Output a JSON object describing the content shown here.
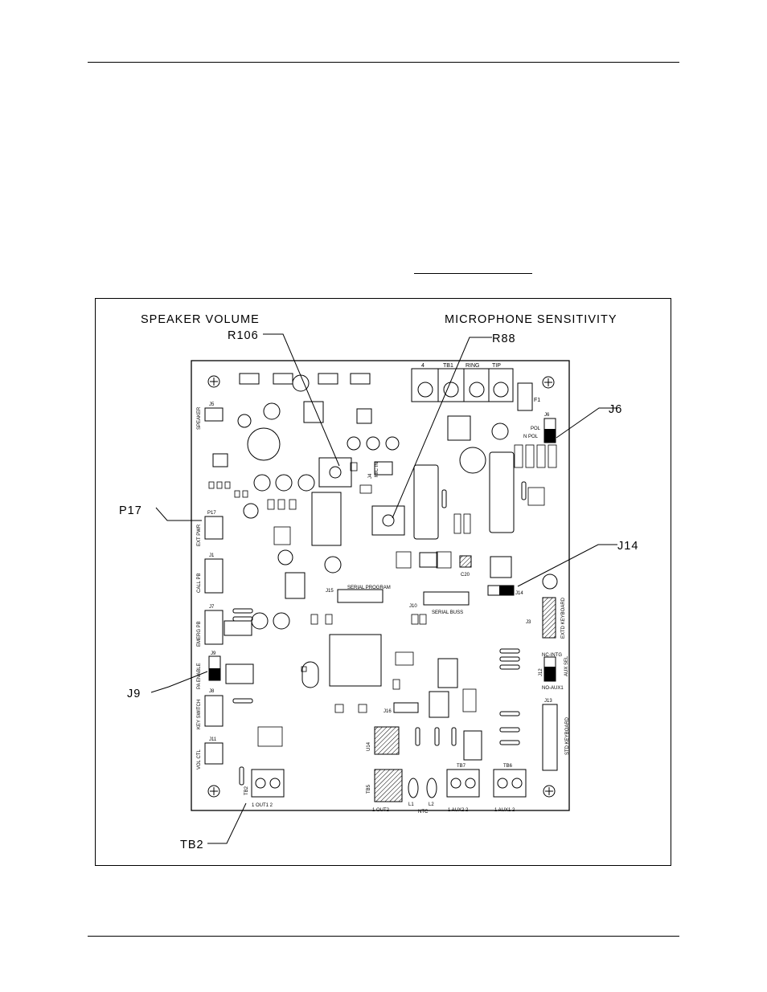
{
  "diagram": {
    "headings": {
      "speaker_volume": "SPEAKER VOLUME",
      "microphone_sensitivity": "MICROPHONE SENSITIVITY"
    },
    "callouts": {
      "r106": "R106",
      "r88": "R88",
      "j6": "J6",
      "p17": "P17",
      "j14": "J14",
      "j9": "J9",
      "tb2": "TB2"
    },
    "board_labels": {
      "speaker": "SPEAKER",
      "j5": "J5",
      "tb1": "TB1",
      "tb1_4": "4",
      "ring": "RING",
      "tip": "TIP",
      "f1": "F1",
      "j6_small": "J6",
      "pol": "POL",
      "npol": "N POL",
      "j4": "J4",
      "mic_in": "MIC IN",
      "ext_pwr": "EXT PWR",
      "p17_small": "P17",
      "j1": "J1",
      "call_pb": "CALL PB",
      "j7": "J7",
      "emerg_pb": "EMERG PB",
      "j9_small": "J9",
      "pa_enable": "PA ENABLE",
      "j8": "J8",
      "key_switch": "KEY SWITCH",
      "j11": "J11",
      "vol_ctl": "VOL CTL",
      "tb2_small": "TB2",
      "out1": "1  OUT1  2",
      "j15": "J15",
      "serial_program": "SERIAL PROGRAM",
      "j10": "J10",
      "serial_bus": "SERIAL BUSS",
      "c20": "C20",
      "j14_small": "J14",
      "j3": "J3",
      "extd_keyboard": "EXTD KEYBOARD",
      "nc_intg": "NC-INTG",
      "aux_sel": "AUX SEL",
      "no_aux1": "NO-AUX1",
      "j12": "J12",
      "j13": "J13",
      "std_keyboard": "STD KEYBOARD",
      "j16": "J16",
      "u14": "U14",
      "tb5": "TB5",
      "out2": "1  OUT2",
      "l1": "L1",
      "l2": "L2",
      "ntc": "NTC",
      "tb7": "TB7",
      "aux2": "1  AUX2  2",
      "tb6": "TB6",
      "aux1": "1  AUX1  2"
    }
  }
}
